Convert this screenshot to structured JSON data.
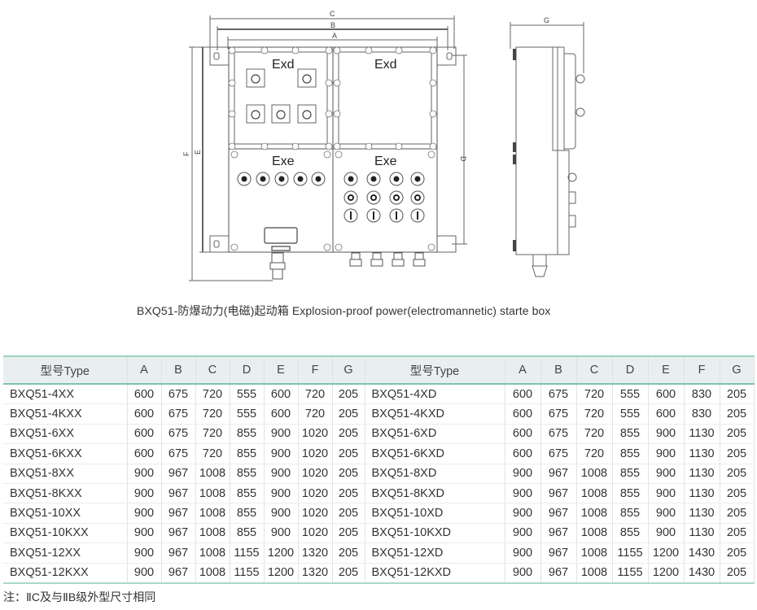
{
  "drawing": {
    "front_view": {
      "panels": [
        {
          "label": "Exd"
        },
        {
          "label": "Exd"
        },
        {
          "label": "Exe"
        },
        {
          "label": "Exe"
        }
      ],
      "dimension_labels": {
        "a": "A",
        "b": "B",
        "c": "C",
        "d": "D",
        "e": "E",
        "f": "F"
      }
    },
    "side_view": {
      "dimension_labels": {
        "g": "G"
      }
    }
  },
  "caption": "BXQ51-防爆动力(电磁)起动箱 Explosion-proof power(electromannetic) starte box",
  "table": {
    "headers": [
      "型号Type",
      "A",
      "B",
      "C",
      "D",
      "E",
      "F",
      "G"
    ],
    "left_rows": [
      [
        "BXQ51-4XX",
        "600",
        "675",
        "720",
        "555",
        "600",
        "720",
        "205"
      ],
      [
        "BXQ51-4KXX",
        "600",
        "675",
        "720",
        "555",
        "600",
        "720",
        "205"
      ],
      [
        "BXQ51-6XX",
        "600",
        "675",
        "720",
        "855",
        "900",
        "1020",
        "205"
      ],
      [
        "BXQ51-6KXX",
        "600",
        "675",
        "720",
        "855",
        "900",
        "1020",
        "205"
      ],
      [
        "BXQ51-8XX",
        "900",
        "967",
        "1008",
        "855",
        "900",
        "1020",
        "205"
      ],
      [
        "BXQ51-8KXX",
        "900",
        "967",
        "1008",
        "855",
        "900",
        "1020",
        "205"
      ],
      [
        "BXQ51-10XX",
        "900",
        "967",
        "1008",
        "855",
        "900",
        "1020",
        "205"
      ],
      [
        "BXQ51-10KXX",
        "900",
        "967",
        "1008",
        "855",
        "900",
        "1020",
        "205"
      ],
      [
        "BXQ51-12XX",
        "900",
        "967",
        "1008",
        "1155",
        "1200",
        "1320",
        "205"
      ],
      [
        "BXQ51-12KXX",
        "900",
        "967",
        "1008",
        "1155",
        "1200",
        "1320",
        "205"
      ]
    ],
    "right_rows": [
      [
        "BXQ51-4XD",
        "600",
        "675",
        "720",
        "555",
        "600",
        "830",
        "205"
      ],
      [
        "BXQ51-4KXD",
        "600",
        "675",
        "720",
        "555",
        "600",
        "830",
        "205"
      ],
      [
        "BXQ51-6XD",
        "600",
        "675",
        "720",
        "855",
        "900",
        "1130",
        "205"
      ],
      [
        "BXQ51-6KXD",
        "600",
        "675",
        "720",
        "855",
        "900",
        "1130",
        "205"
      ],
      [
        "BXQ51-8XD",
        "900",
        "967",
        "1008",
        "855",
        "900",
        "1130",
        "205"
      ],
      [
        "BXQ51-8KXD",
        "900",
        "967",
        "1008",
        "855",
        "900",
        "1130",
        "205"
      ],
      [
        "BXQ51-10XD",
        "900",
        "967",
        "1008",
        "855",
        "900",
        "1130",
        "205"
      ],
      [
        "BXQ51-10KXD",
        "900",
        "967",
        "1008",
        "855",
        "900",
        "1130",
        "205"
      ],
      [
        "BXQ51-12XD",
        "900",
        "967",
        "1008",
        "1155",
        "1200",
        "1430",
        "205"
      ],
      [
        "BXQ51-12KXD",
        "900",
        "967",
        "1008",
        "1155",
        "1200",
        "1430",
        "205"
      ]
    ]
  },
  "note": "注：ⅡC及与ⅡB级外型尺寸相同",
  "colors": {
    "header_bg": "#e9eef0",
    "accent_line": "#7ec4a6",
    "line": "#555555"
  }
}
